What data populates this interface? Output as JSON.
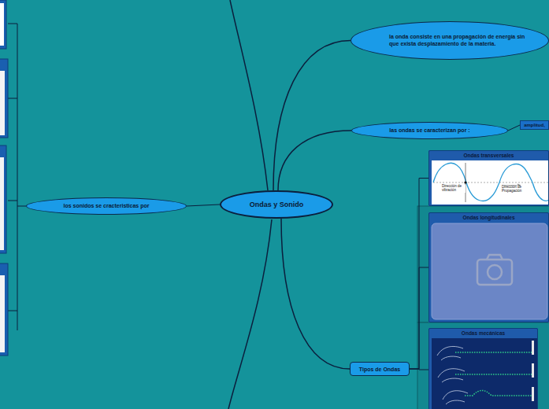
{
  "diagram": {
    "nodes": [
      {
        "text": [
          "Ondas y Sonido"
        ]
      },
      {
        "text": [
          "la onda consiste en una propagación de energía sin que exista desplazamiento de la materia."
        ]
      },
      {
        "text": [
          "las ondas se caracterizan por :"
        ]
      },
      {
        "text": [
          "amplitud,"
        ]
      },
      {
        "text": [
          "Tipos de Ondas"
        ]
      },
      {
        "text": [
          "Ondas transversales",
          "Dirección de vibración",
          "Dirección de Propagación"
        ]
      },
      {
        "text": [
          "Ondas longitudinales"
        ]
      },
      {
        "text": [
          "Ondas mecánicas"
        ]
      },
      {
        "text": [
          "los sonidos se cracteristicas por"
        ]
      }
    ],
    "edges": [
      {
        "from": 0,
        "to": 1,
        "arrow": "none"
      },
      {
        "from": 0,
        "to": 2,
        "arrow": "none"
      },
      {
        "from": 2,
        "to": 3,
        "arrow": "none"
      },
      {
        "from": 0,
        "to": 4,
        "arrow": "none"
      },
      {
        "from": 4,
        "to": 5,
        "arrow": "none"
      },
      {
        "from": 4,
        "to": 6,
        "arrow": "none"
      },
      {
        "from": 4,
        "to": 7,
        "arrow": "none"
      },
      {
        "from": 0,
        "to": 8,
        "arrow": "none"
      }
    ]
  }
}
